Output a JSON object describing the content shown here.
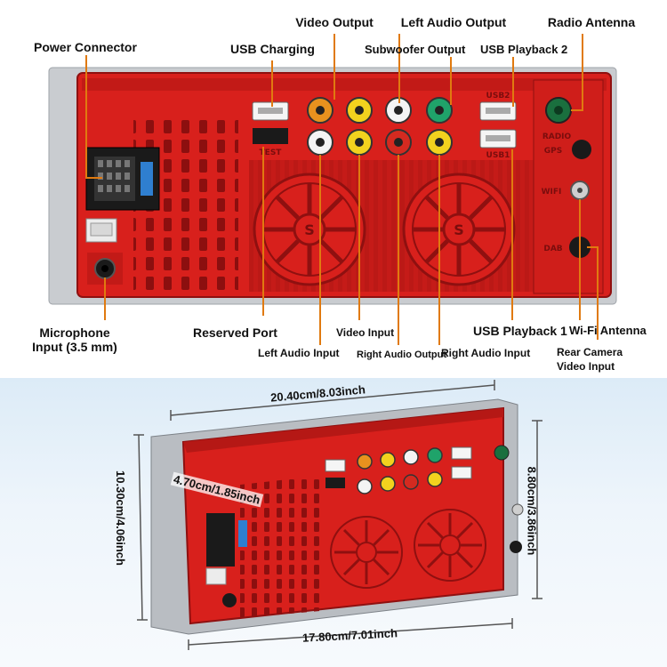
{
  "labels": {
    "power_connector": "Power Connector",
    "usb_charging": "USB Charging",
    "video_output": "Video Output",
    "subwoofer_output": "Subwoofer Output",
    "left_audio_output": "Left Audio Output",
    "usb_playback_2": "USB Playback 2",
    "radio_antenna": "Radio Antenna",
    "microphone_input_line1": "Microphone",
    "microphone_input_line2": "Input (3.5 mm)",
    "reserved_port": "Reserved Port",
    "left_audio_input": "Left Audio Input",
    "video_input": "Video Input",
    "right_audio_output": "Right Audio Output",
    "right_audio_input": "Right Audio Input",
    "usb_playback_1": "USB Playback 1",
    "wifi_antenna": "Wi-Fi Antenna",
    "rear_camera_line1": "Rear Camera",
    "rear_camera_line2": "Video Input"
  },
  "dimensions": {
    "top_width": "20.40cm/8.03inch",
    "bottom_width": "17.80cm/7.01inch",
    "height_left": "10.30cm/4.06inch",
    "height_right": "8.80cm/3.86inch",
    "depth": "4.70cm/1.85inch"
  },
  "stamps": {
    "radio": "RADIO",
    "gps": "GPS",
    "wifi": "WIFI",
    "dab": "DAB",
    "test": "TEST",
    "usb2": "USB2",
    "usb1": "USB1",
    "fan_logo": "S"
  },
  "colors": {
    "housing_red": "#d8201c",
    "dark_red": "#8f1010",
    "silver": "#c9ccd0",
    "rca_yellow": "#f2d21e",
    "rca_white": "#f4f4f4",
    "rca_red": "#d42a20",
    "rca_green": "#1fa36a",
    "rca_orange": "#e8921e",
    "leader_line": "#e07a10",
    "sky_blue": "#dcebf7"
  }
}
